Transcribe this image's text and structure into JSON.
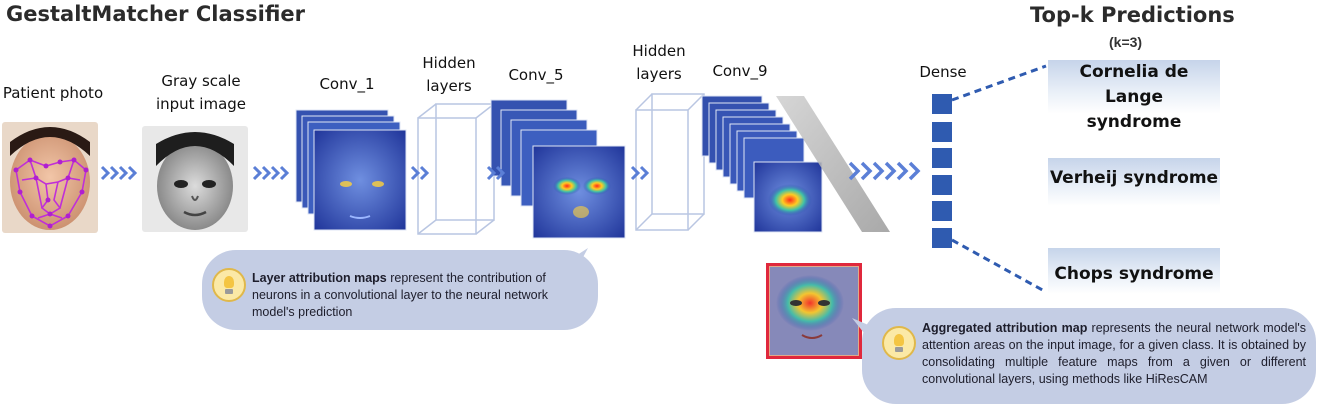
{
  "header": {
    "title": "GestaltMatcher Classifier",
    "predictions_title": "Top-k Predictions",
    "k_label": "(k=3)"
  },
  "pipeline": {
    "patient_photo": "Patient photo",
    "gray_line1": "Gray scale",
    "gray_line2": "input image",
    "conv1": "Conv_1",
    "hidden1_line1": "Hidden",
    "hidden1_line2": "layers",
    "conv5": "Conv_5",
    "hidden2_line1": "Hidden",
    "hidden2_line2": "layers",
    "conv9": "Conv_9",
    "dense": "Dense"
  },
  "predictions": [
    {
      "line1": "Cornelia de Lange",
      "line2": "syndrome"
    },
    {
      "line1": "Verheij syndrome",
      "line2": ""
    },
    {
      "line1": "Chops syndrome",
      "line2": ""
    }
  ],
  "callouts": {
    "layer": {
      "bold": "Layer attribution maps",
      "text": " represent the contribution of neurons in a convolutional layer to the neural network model's prediction"
    },
    "aggregated": {
      "bold": "Aggregated attribution map",
      "text": " represents the neural network model's attention areas on the input image, for a given class. It is obtained by consolidating multiple feature maps from a given or different convolutional layers, using methods like HiResCAM"
    }
  },
  "colors": {
    "arrow": "#5b7fd6",
    "dense": "#2f5bb0",
    "bubble": "#c4cde4",
    "feature_map": "#3d5fb0",
    "highlight_border": "#e0283c"
  }
}
